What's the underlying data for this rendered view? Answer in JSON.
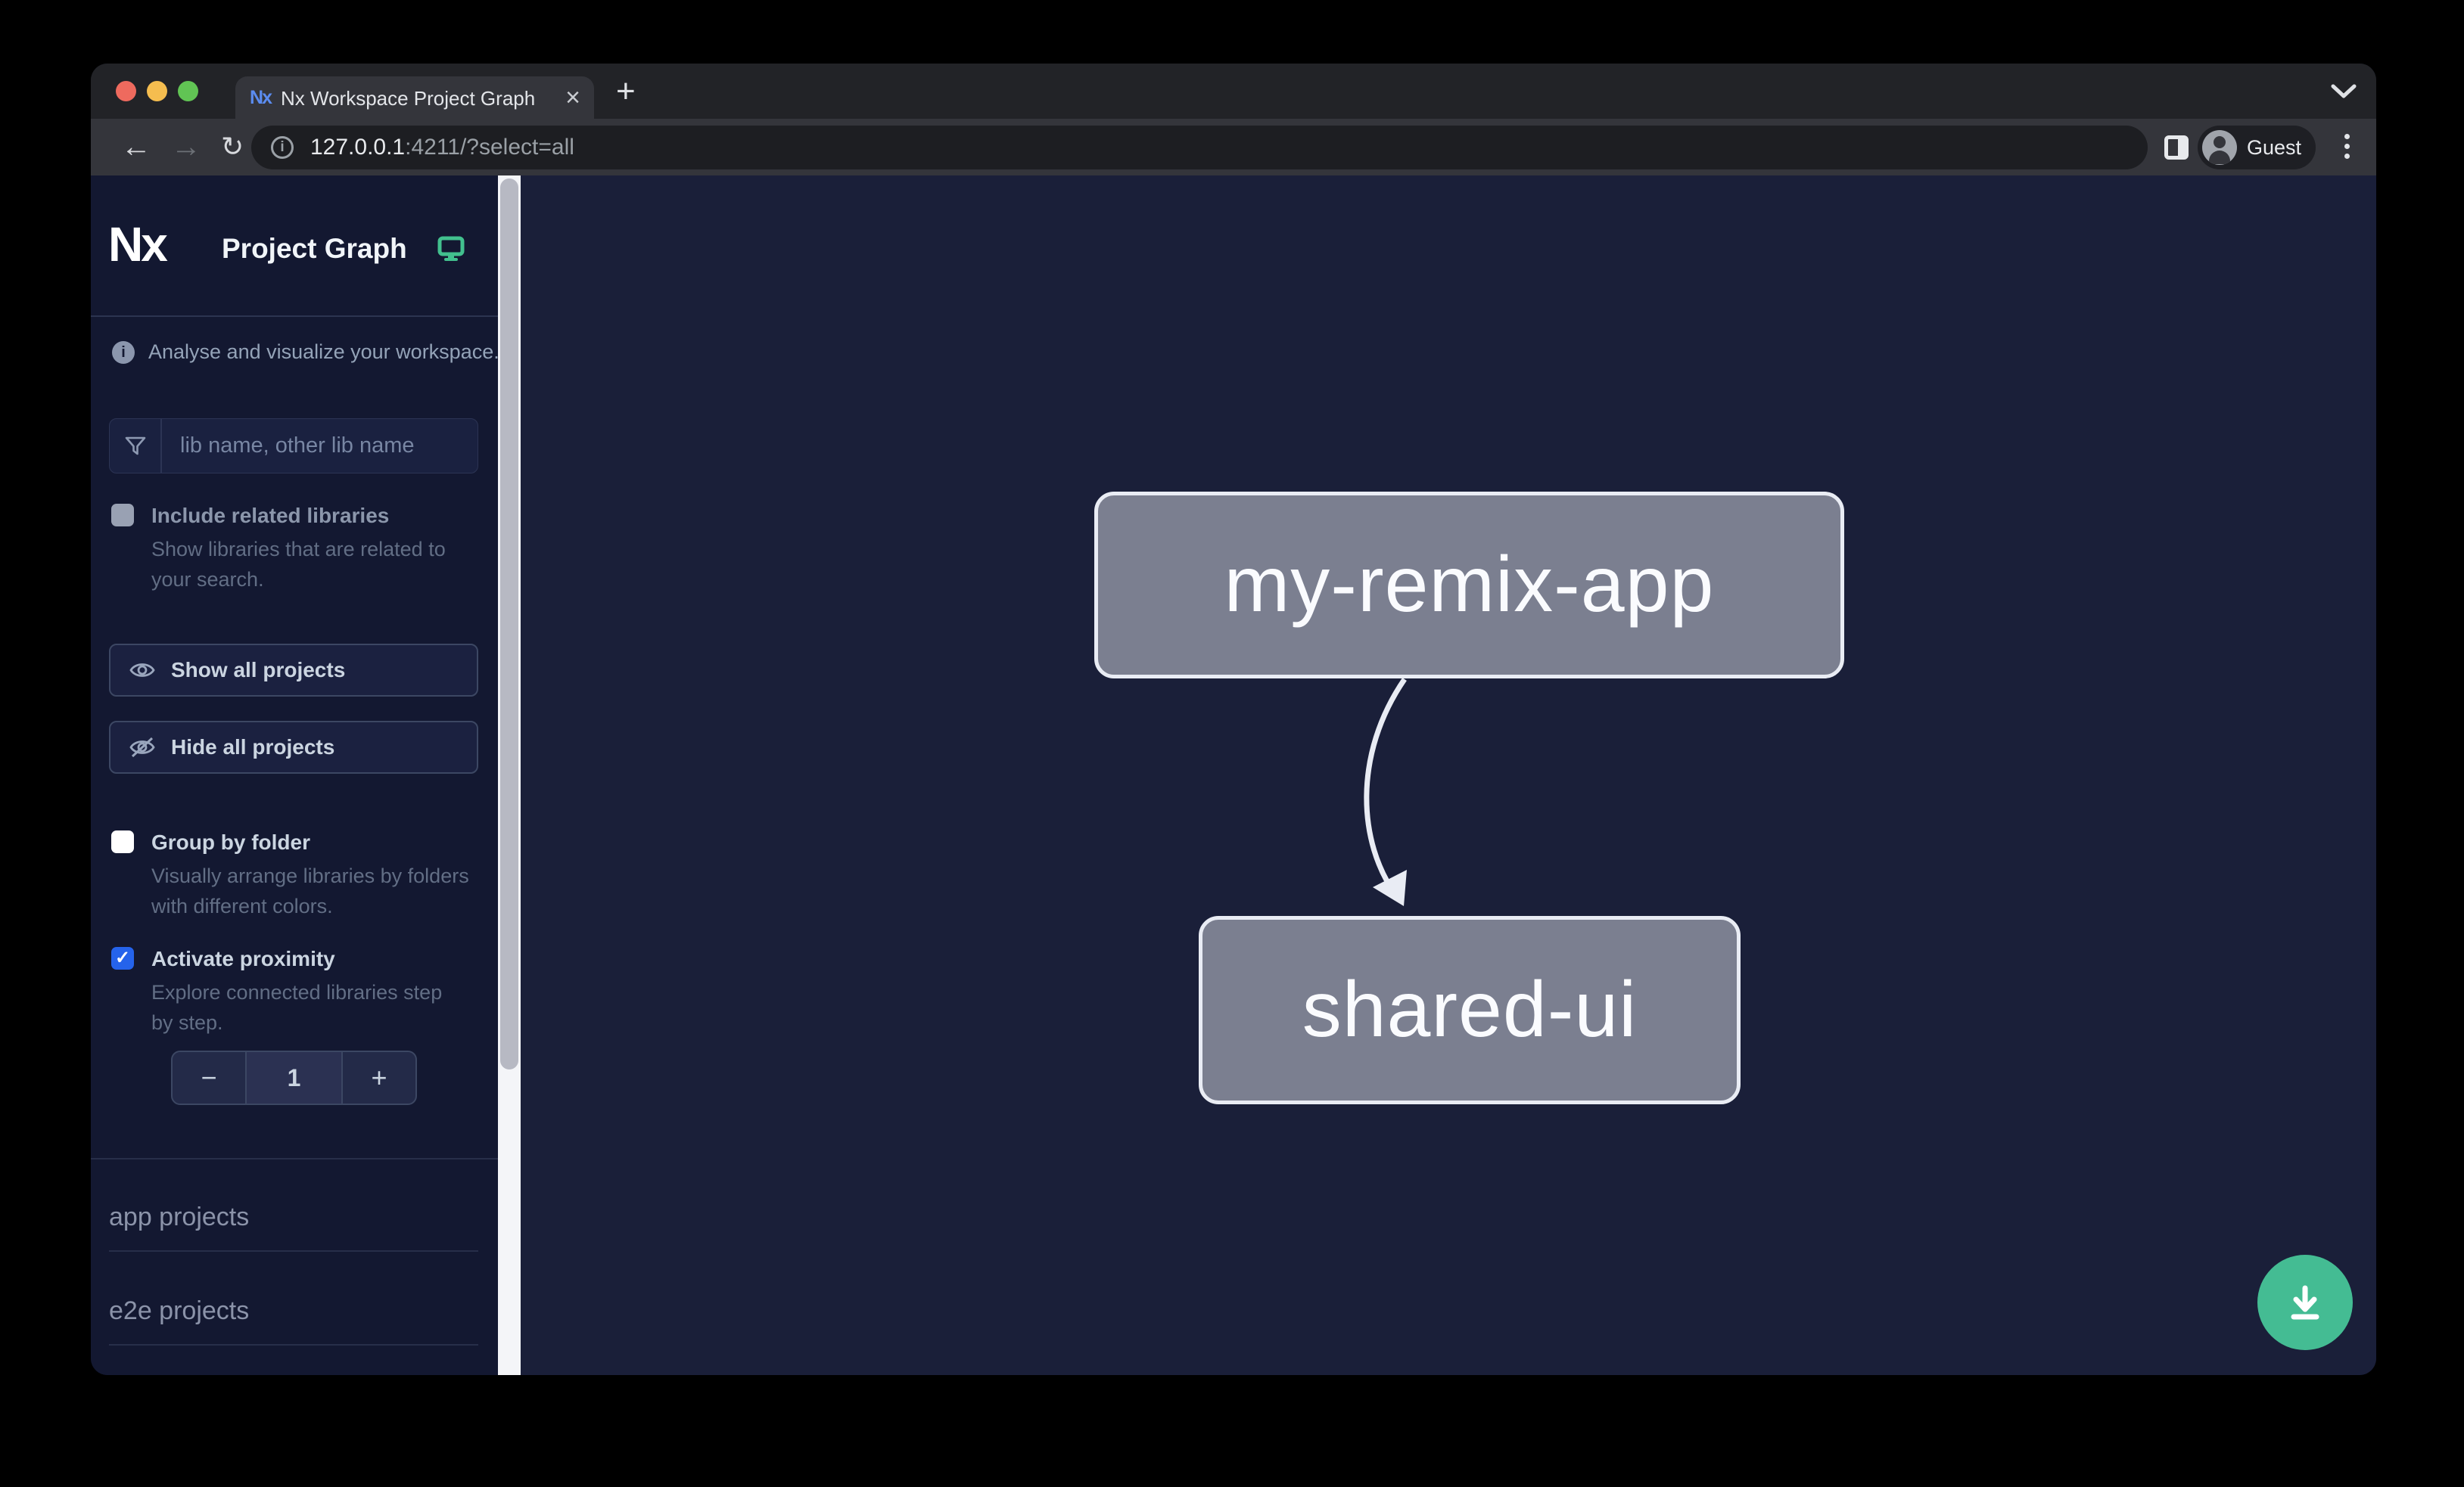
{
  "browser": {
    "tab_title": "Nx Workspace Project Graph",
    "new_tab_label": "+",
    "close_tab_label": "×",
    "back_label": "←",
    "forward_label": "→",
    "reload_label": "↻",
    "url_host": "127.0.0.1",
    "url_rest": ":4211/?select=all",
    "profile_label": "Guest",
    "favicon_text": "Nx"
  },
  "sidebar": {
    "logo_text": "Nx",
    "title": "Project Graph",
    "tagline": "Analyse and visualize your workspace.",
    "filter_placeholder": "lib name, other lib name",
    "toggles": [
      {
        "label": "Include related libraries",
        "description": "Show libraries that are related to your search.",
        "checked": false,
        "disabled": true
      },
      {
        "label": "Group by folder",
        "description": "Visually arrange libraries by folders with different colors.",
        "checked": false,
        "disabled": false
      },
      {
        "label": "Activate proximity",
        "description": "Explore connected libraries step by step.",
        "checked": true,
        "disabled": false
      }
    ],
    "show_all_label": "Show all projects",
    "hide_all_label": "Hide all projects",
    "stepper": {
      "decrement": "−",
      "value": "1",
      "increment": "+"
    },
    "sections": [
      {
        "label": "app projects"
      },
      {
        "label": "e2e projects"
      }
    ]
  },
  "graph": {
    "nodes": [
      {
        "label": "my-remix-app"
      },
      {
        "label": "shared-ui"
      }
    ],
    "edge": {
      "from": "my-remix-app",
      "to": "shared-ui"
    }
  },
  "colors": {
    "accent_checkbox_blue": "#2563eb",
    "download_button_green": "#44bc93",
    "node_fill_gray": "#7b7f90",
    "node_border": "#e9ecf4",
    "monitor_icon_teal": "#42c08e",
    "sidebar_background": "#131831",
    "graph_background": "#1a1f39"
  }
}
